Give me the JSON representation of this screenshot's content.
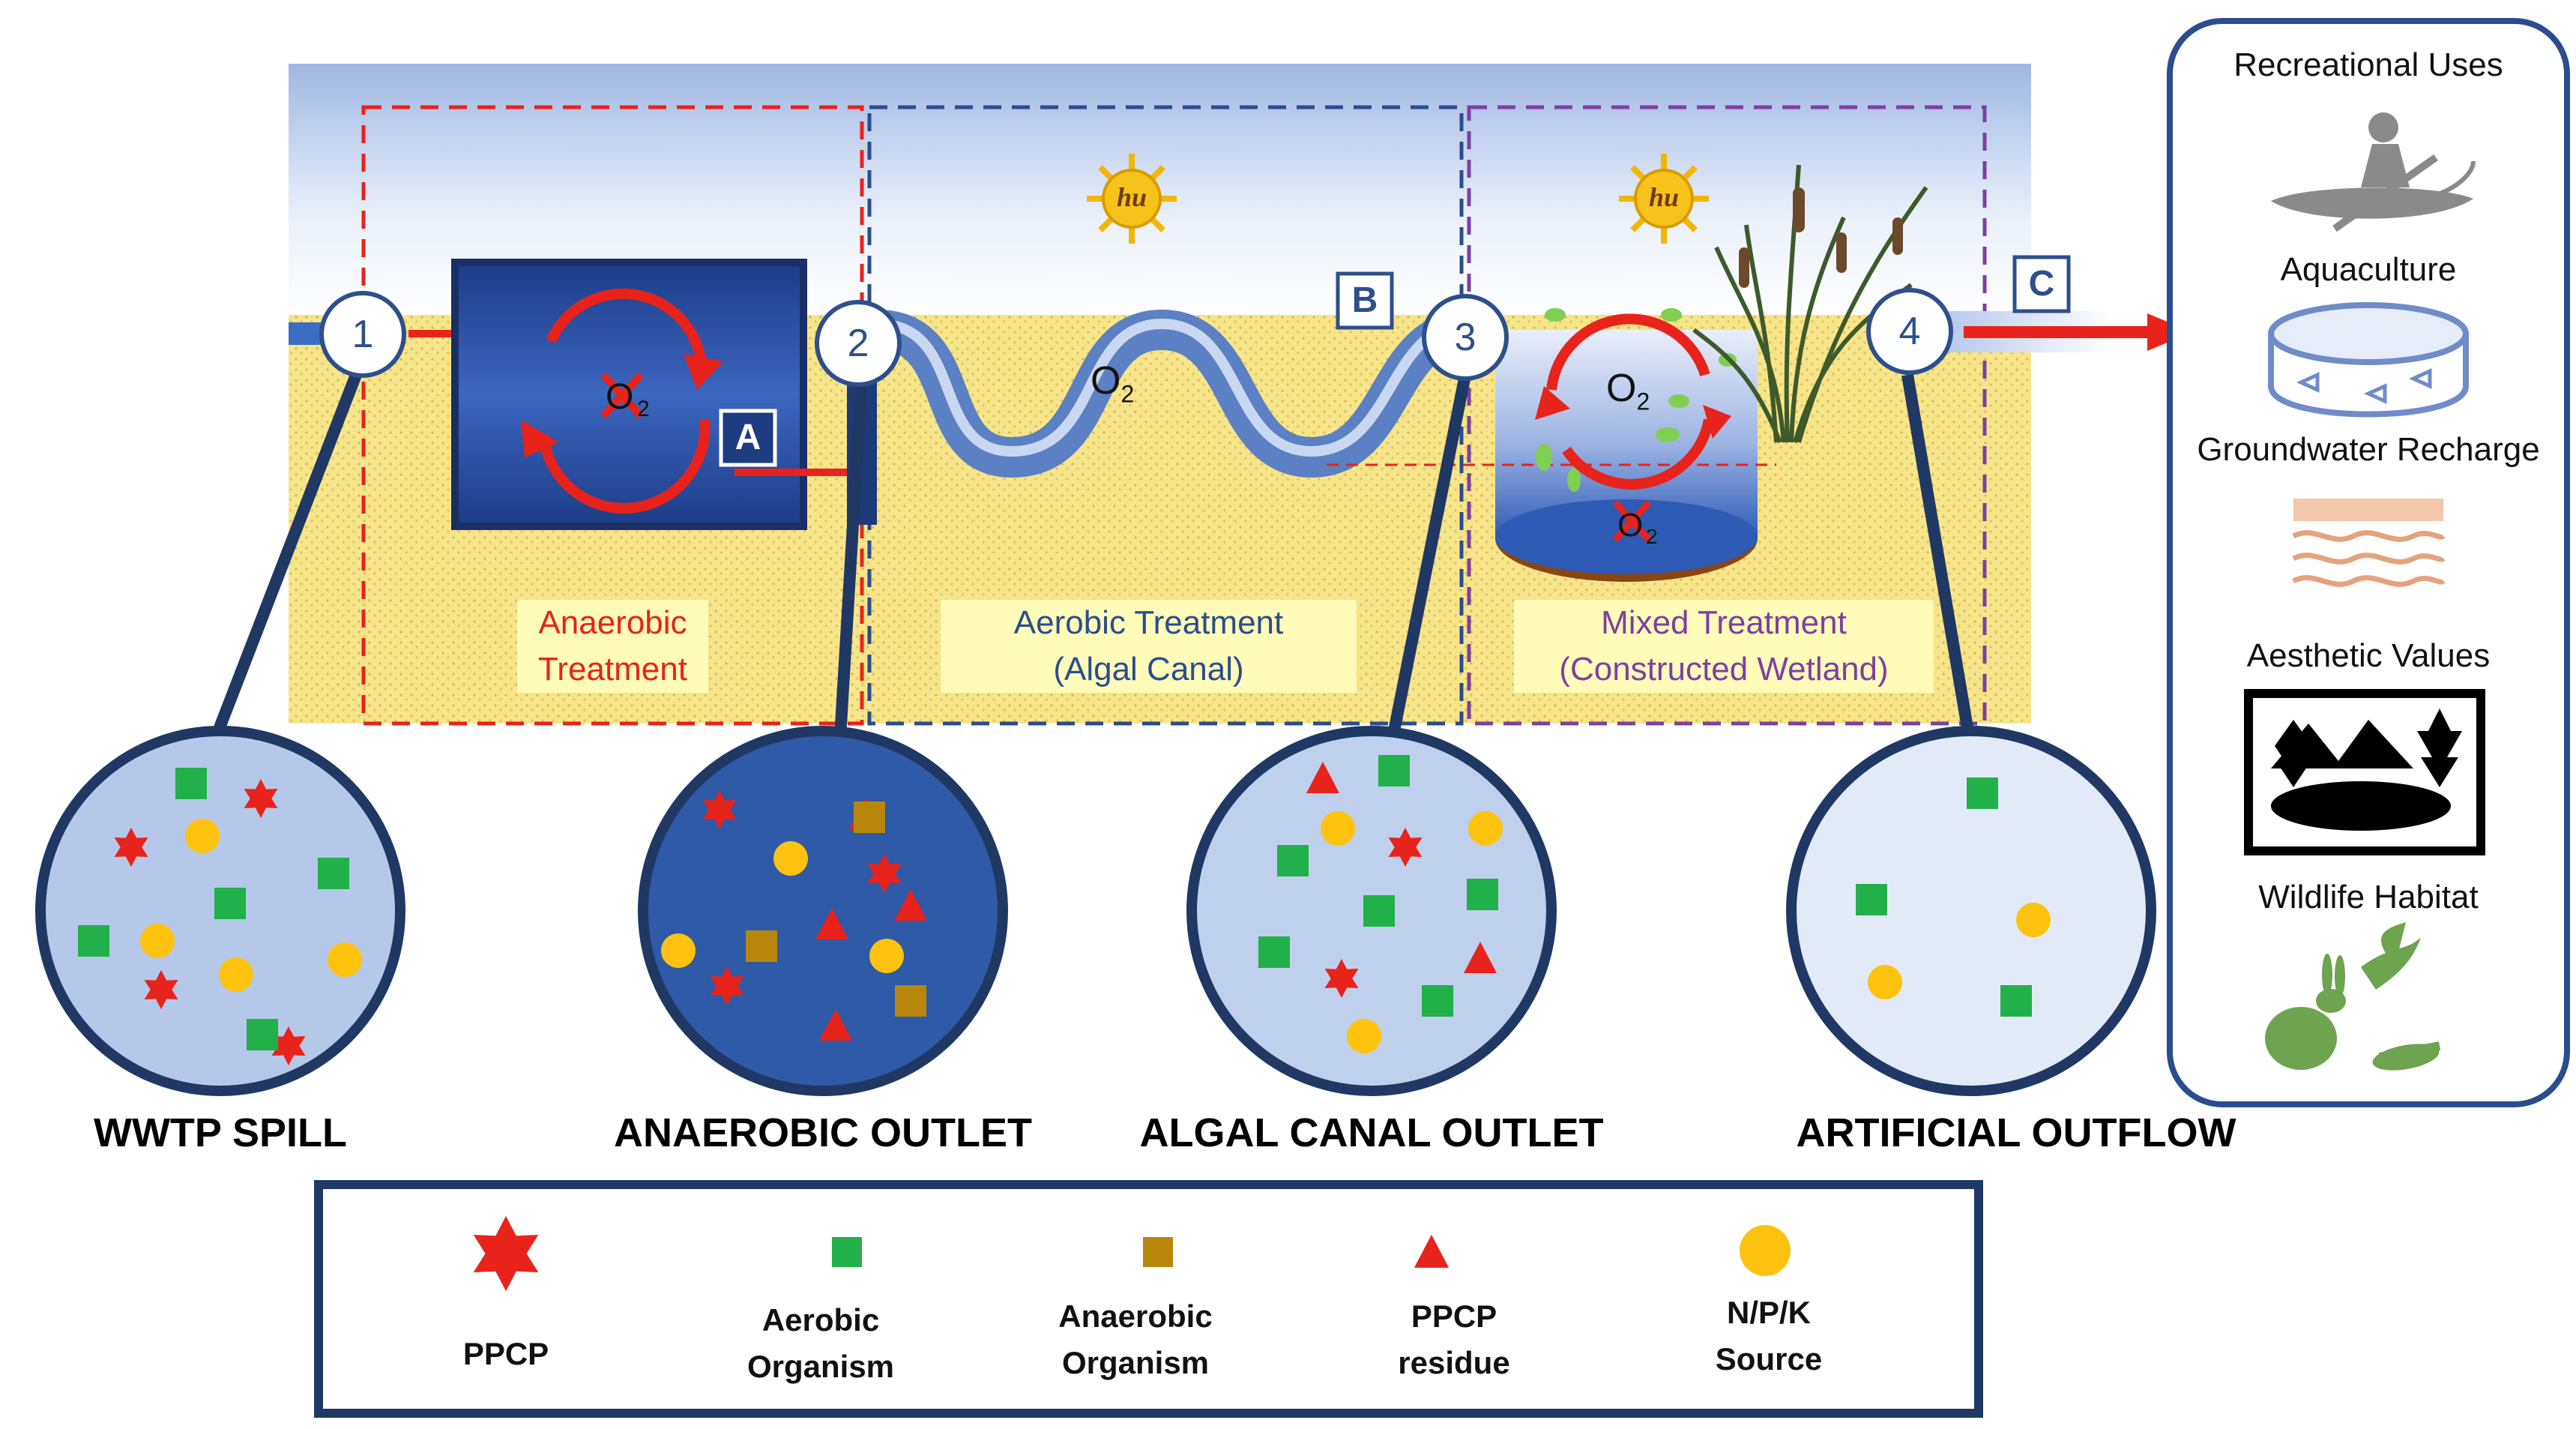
{
  "stages": {
    "anaerobic": {
      "line1": "Anaerobic",
      "line2": "Treatment",
      "color": "#e8231c"
    },
    "aerobic": {
      "line1": "Aerobic Treatment",
      "line2": "(Algal Canal)",
      "color": "#2a4d8f"
    },
    "mixed": {
      "line1": "Mixed Treatment",
      "line2": "(Constructed Wetland)",
      "color": "#7e3fa2"
    }
  },
  "nodes": [
    "1",
    "2",
    "3",
    "4"
  ],
  "boxes": {
    "a": "A",
    "b": "B",
    "c": "C"
  },
  "oxygen": {
    "canal": "O",
    "wetland": "O",
    "subscript": "2"
  },
  "sun_text": "hu",
  "outlets": [
    {
      "label": "WWTP SPILL"
    },
    {
      "label": "ANAEROBIC OUTLET"
    },
    {
      "label": "ALGAL CANAL OUTLET"
    },
    {
      "label": "ARTIFICIAL OUTFLOW"
    }
  ],
  "recreational": {
    "title": "Recreational Uses",
    "items": [
      {
        "label": "Aquaculture",
        "icon": "kayak-icon"
      },
      {
        "label": "Groundwater Recharge",
        "icon": "fish-pond-icon"
      },
      {
        "label": "Aesthetic Values",
        "icon": "soil-layers-icon"
      },
      {
        "label": "Wildlife Habitat",
        "icon": "landscape-icon"
      }
    ]
  },
  "legend": [
    {
      "label": "PPCP",
      "icon": "star-icon",
      "color": "#e8231c"
    },
    {
      "label": "Aerobic\nOrganism",
      "icon": "green-square-icon",
      "color": "#22b04a"
    },
    {
      "label": "Anaerobic\nOrganism",
      "icon": "brown-square-icon",
      "color": "#b8860b"
    },
    {
      "label": "PPCP\nresidue",
      "icon": "triangle-icon",
      "color": "#e8231c"
    },
    {
      "label": "N/P/K\nSource",
      "icon": "circle-icon",
      "color": "#ffc20e"
    }
  ],
  "colors": {
    "ppcp": "#e8231c",
    "aerobic": "#22b04a",
    "anaerobic": "#b8860b",
    "npk": "#ffc20e",
    "navy": "#1f3864",
    "water": "#2e5aa8"
  }
}
